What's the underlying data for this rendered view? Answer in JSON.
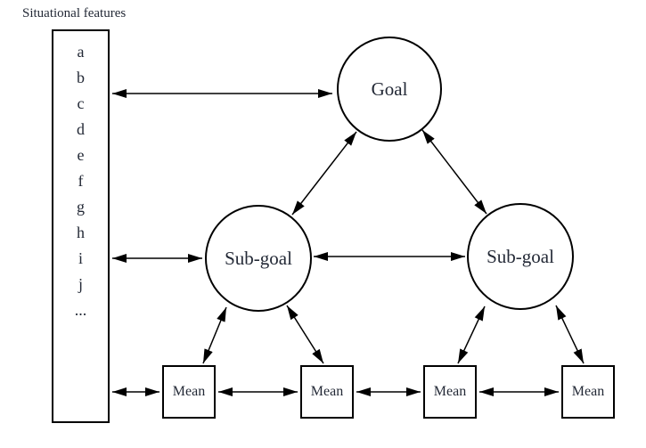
{
  "title": "Situational features",
  "colors": {
    "background": "#ffffff",
    "line": "#000000",
    "text": "#232936"
  },
  "features": {
    "items": [
      "a",
      "b",
      "c",
      "d",
      "e",
      "f",
      "g",
      "h",
      "i",
      "j",
      "..."
    ]
  },
  "nodes": {
    "goal": {
      "label": "Goal"
    },
    "subgoal_left": {
      "label": "Sub-goal"
    },
    "subgoal_right": {
      "label": "Sub-goal"
    },
    "mean_1": {
      "label": "Mean"
    },
    "mean_2": {
      "label": "Mean"
    },
    "mean_3": {
      "label": "Mean"
    },
    "mean_4": {
      "label": "Mean"
    }
  }
}
